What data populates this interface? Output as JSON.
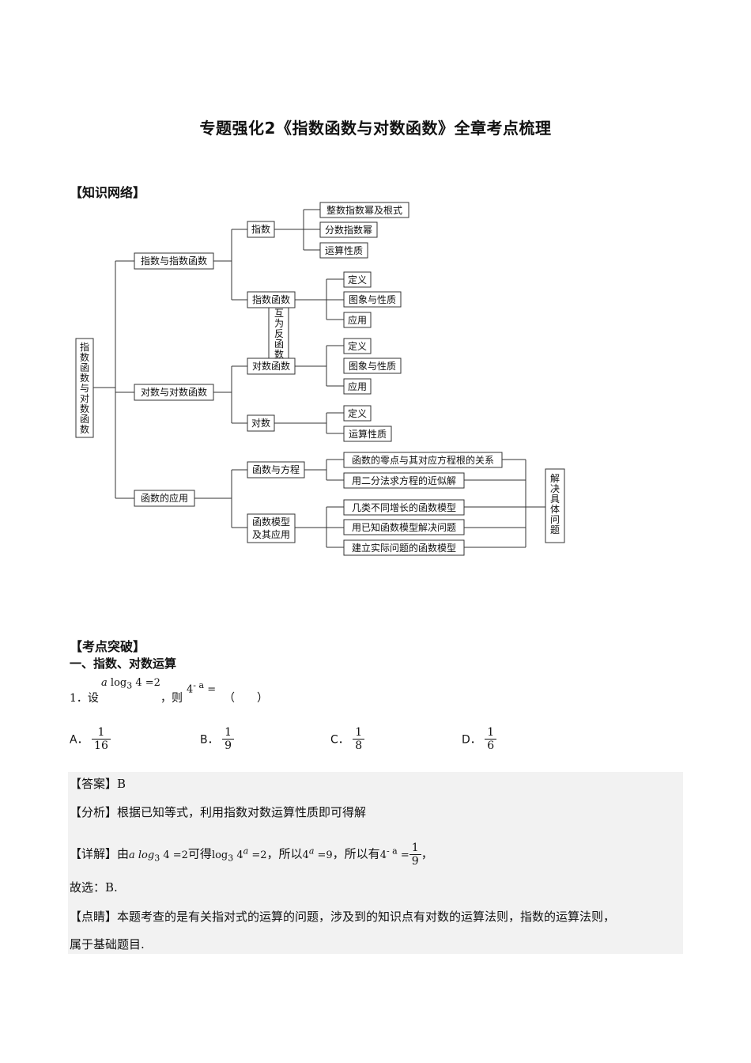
{
  "title": "专题强化2《指数函数与对数函数》全章考点梳理",
  "section_knowledge": "【知识网络】",
  "mindmap": {
    "root": "指数函数与对数函数",
    "l1": [
      "指数与指数函数",
      "对数与对数函数",
      "函数的应用"
    ],
    "l2_zhishu": "指数",
    "l2_zhishu_func": "指数函数",
    "l2_duishu_func": "对数函数",
    "l2_duishu": "对数",
    "l2_hanshu_fangcheng": "函数与方程",
    "l2_hanshu_moxing": [
      "函数模型",
      "及其应用"
    ],
    "l3_zhishu": [
      "整数指数幂及根式",
      "分数指数幂",
      "运算性质"
    ],
    "l3_zhishu_func": [
      "定义",
      "图象与性质",
      "应用"
    ],
    "l3_duishu_func": [
      "定义",
      "图象与性质",
      "应用"
    ],
    "l3_duishu": [
      "定义",
      "运算性质"
    ],
    "l3_fangcheng": [
      "函数的零点与其对应方程根的关系",
      "用二分法求方程的近似解"
    ],
    "l3_moxing": [
      "几类不同增长的函数模型",
      "用已知函数模型解决问题",
      "建立实际问题的函数模型"
    ],
    "inverse_note": "互为反函数",
    "solve_note": "解决具体问题"
  },
  "section_points": "【考点突破】",
  "subsection_1": "一、指数、对数运算",
  "question": {
    "number": "1．设",
    "cond_a": "a",
    "cond_log": "log",
    "cond_base": "3",
    "cond_rest": " 4 =2",
    "then": "，则",
    "expr_base": "4",
    "expr_exp": "- a",
    "expr_eq": " =",
    "blank": "（　　）",
    "options": [
      {
        "label": "A．",
        "num": "1",
        "den": "16"
      },
      {
        "label": "B．",
        "num": "1",
        "den": "9"
      },
      {
        "label": "C．",
        "num": "1",
        "den": "8"
      },
      {
        "label": "D．",
        "num": "1",
        "den": "6"
      }
    ]
  },
  "answer": {
    "answer_line": "【答案】B",
    "analysis_line": "【分析】根据已知等式，利用指数对数运算性质即可得解",
    "detail_prefix": "【详解】由",
    "detail_cond": "a log",
    "detail_cond_base": "3",
    "detail_cond_rest": " 4 =2",
    "detail_mid1": "可得",
    "detail_log": "log",
    "detail_log_base": "3",
    "detail_pow_base": " 4",
    "detail_pow_exp": "a",
    "detail_res1": " =2",
    "detail_mid2": "，所以",
    "detail_eq2_base": "4",
    "detail_eq2_exp": "a",
    "detail_eq2_rest": " =9",
    "detail_mid3": "，所以有",
    "detail_eq3_base": "4",
    "detail_eq3_exp": "- a",
    "detail_eq3_eq": " =",
    "detail_frac_num": "1",
    "detail_frac_den": "9",
    "detail_end": "，",
    "choose_line": "故选：B.",
    "comment_line1": "【点睛】本题考查的是有关指对式的运算的问题，涉及到的知识点有对数的运算法则，指数的运算法则，",
    "comment_line2": "属于基础题目."
  }
}
